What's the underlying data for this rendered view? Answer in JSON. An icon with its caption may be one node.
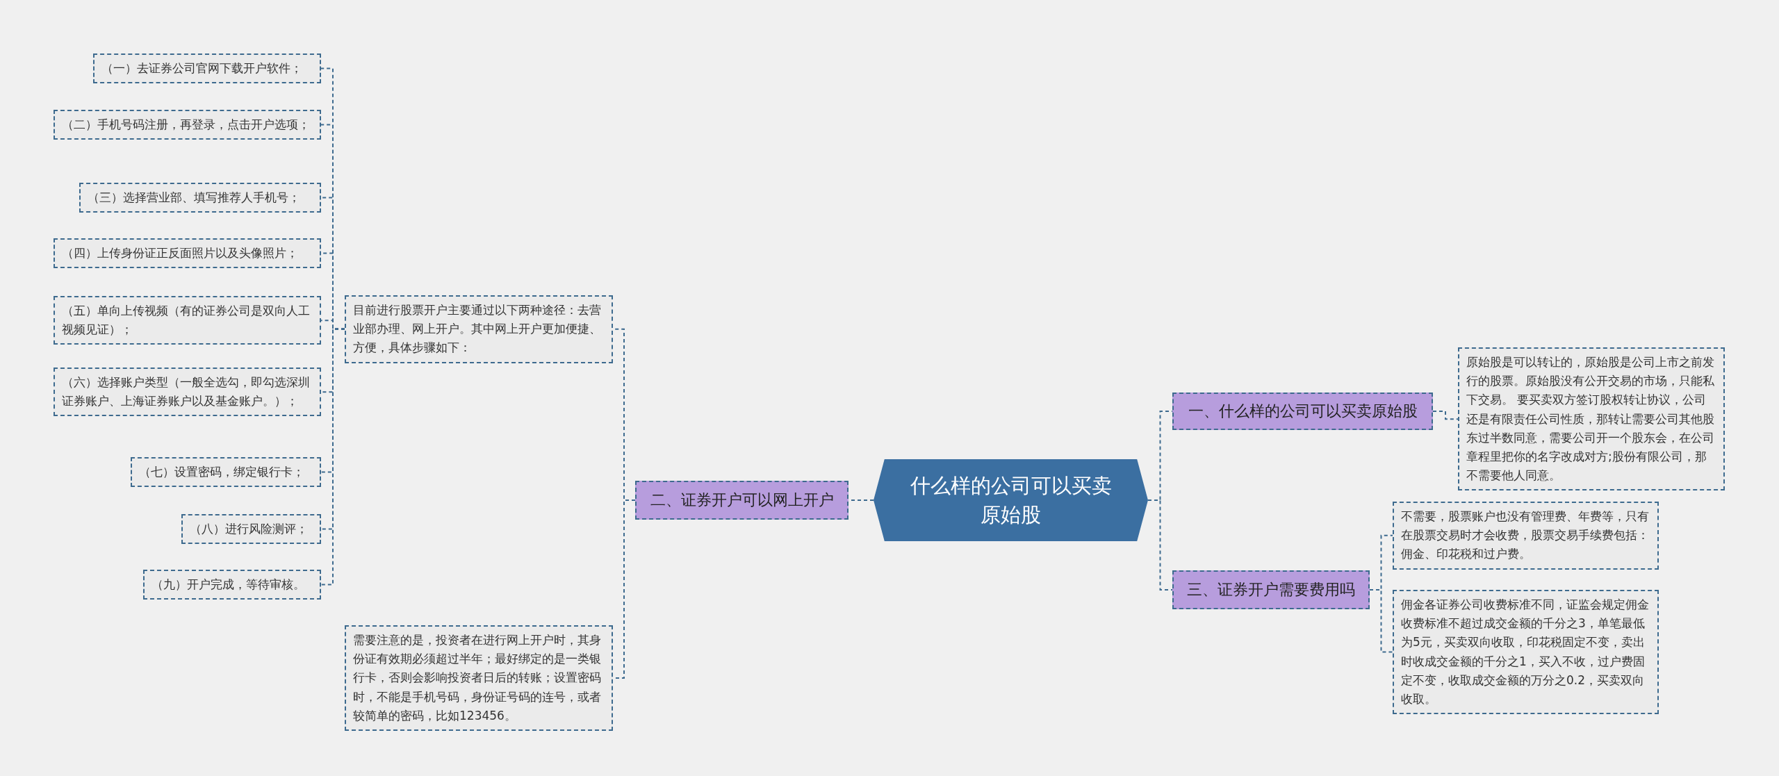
{
  "diagram": {
    "nodes": [
      {
        "text": [
          "什么样的公司可以买卖原始股"
        ]
      },
      {
        "text": [
          "二、证券开户可以网上开户"
        ]
      },
      {
        "text": [
          "目前进行股票开户主要通过以下两种途径：去营业部办理、网上开户。其中网上开户更加便捷、方便，具体步骤如下："
        ]
      },
      {
        "text": [
          "（一）去证券公司官网下载开户软件；"
        ]
      },
      {
        "text": [
          "（二）手机号码注册，再登录，点击开户选项；"
        ]
      },
      {
        "text": [
          "（三）选择营业部、填写推荐人手机号；"
        ]
      },
      {
        "text": [
          "（四）上传身份证正反面照片以及头像照片；"
        ]
      },
      {
        "text": [
          "（五）单向上传视频（有的证券公司是双向人工视频见证）；"
        ]
      },
      {
        "text": [
          "（六）选择账户类型（一般全选勾，即勾选深圳证券账户、上海证券账户以及基金账户。）；"
        ]
      },
      {
        "text": [
          "（七）设置密码，绑定银行卡；"
        ]
      },
      {
        "text": [
          "（八）进行风险测评；"
        ]
      },
      {
        "text": [
          "（九）开户完成，等待审核。"
        ]
      },
      {
        "text": [
          "需要注意的是，投资者在进行网上开户时，其身份证有效期必须超过半年；最好绑定的是一类银行卡，否则会影响投资者日后的转账；设置密码时，不能是手机号码，身份证号码的连号，或者较简单的密码，比如123456。"
        ]
      },
      {
        "text": [
          "一、什么样的公司可以买卖原始股"
        ]
      },
      {
        "text": [
          "原始股是可以转让的，原始股是公司上市之前发行的股票。原始股没有公开交易的市场，只能私下交易。 要买卖双方签订股权转让协议，公司还是有限责任公司性质，那转让需要公司其他股东过半数同意，需要公司开一个股东会，在公司章程里把你的名字改成对方;股份有限公司，那不需要他人同意。"
        ]
      },
      {
        "text": [
          "三、证券开户需要费用吗"
        ]
      },
      {
        "text": [
          "不需要，股票账户也没有管理费、年费等，只有在股票交易时才会收费，股票交易手续费包括：佣金、印花税和过户费。"
        ]
      },
      {
        "text": [
          "佣金各证券公司收费标准不同，证监会规定佣金收费标准不超过成交金额的千分之3，单笔最低为5元，买卖双向收取，印花税固定不变，卖出时收成交金额的千分之1，买入不收，过户费固定不变，收取成交金额的万分之0.2，买卖双向收取。"
        ]
      }
    ],
    "edges": [
      {
        "from": 0,
        "to": 1,
        "arrow": "none"
      },
      {
        "from": 1,
        "to": 2,
        "arrow": "none"
      },
      {
        "from": 2,
        "to": 3,
        "arrow": "none"
      },
      {
        "from": 2,
        "to": 4,
        "arrow": "none"
      },
      {
        "from": 2,
        "to": 5,
        "arrow": "none"
      },
      {
        "from": 2,
        "to": 6,
        "arrow": "none"
      },
      {
        "from": 2,
        "to": 7,
        "arrow": "none"
      },
      {
        "from": 2,
        "to": 8,
        "arrow": "none"
      },
      {
        "from": 2,
        "to": 9,
        "arrow": "none"
      },
      {
        "from": 2,
        "to": 10,
        "arrow": "none"
      },
      {
        "from": 2,
        "to": 11,
        "arrow": "none"
      },
      {
        "from": 1,
        "to": 12,
        "arrow": "none"
      },
      {
        "from": 0,
        "to": 13,
        "arrow": "none"
      },
      {
        "from": 13,
        "to": 14,
        "arrow": "none"
      },
      {
        "from": 0,
        "to": 15,
        "arrow": "none"
      },
      {
        "from": 15,
        "to": 16,
        "arrow": "none"
      },
      {
        "from": 15,
        "to": 17,
        "arrow": "none"
      }
    ]
  }
}
